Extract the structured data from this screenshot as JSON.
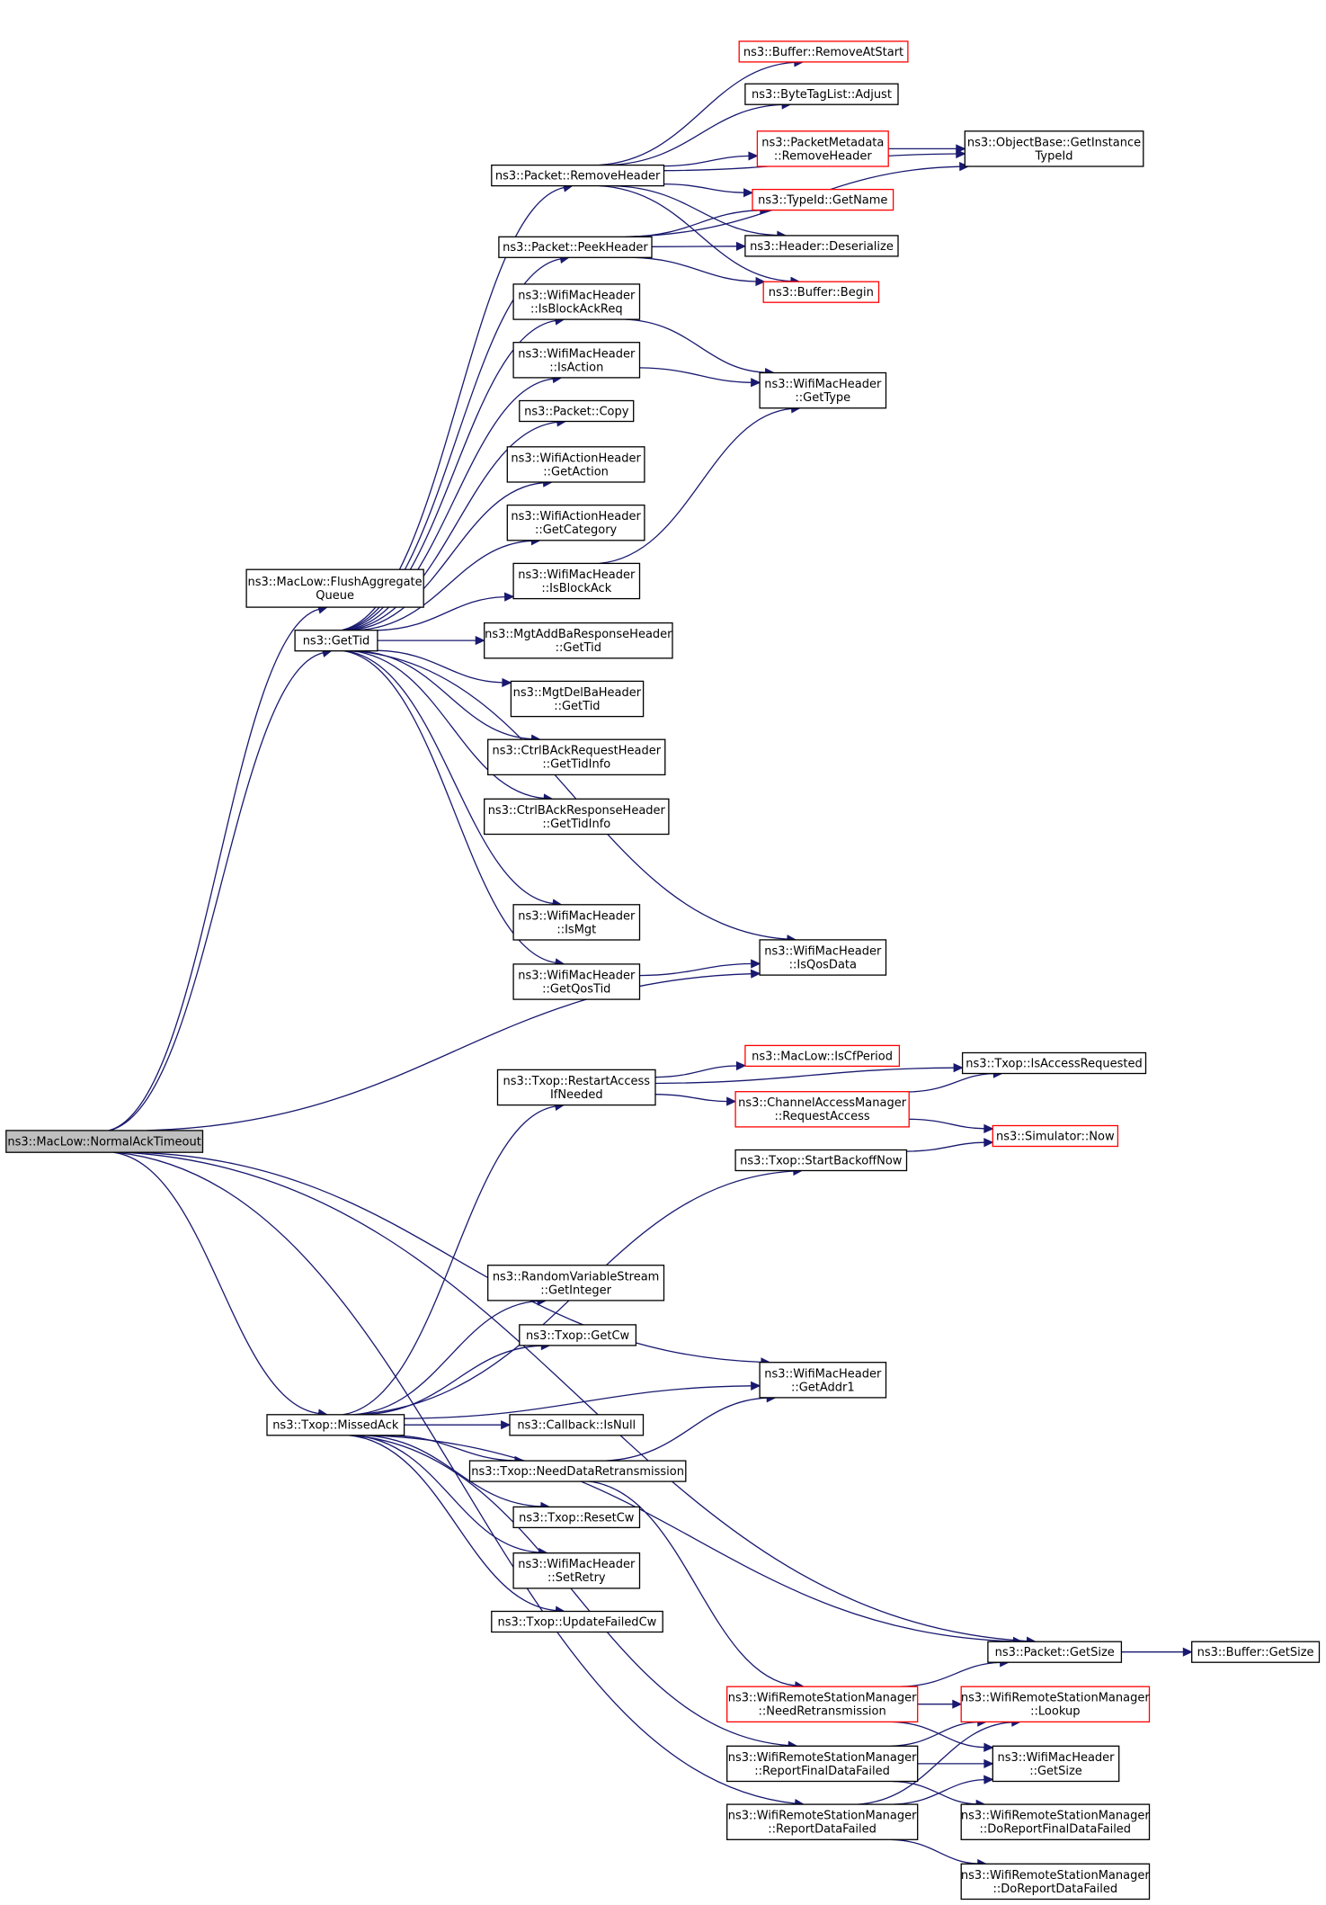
{
  "nodes": {
    "normal_ack_timeout": {
      "lines": [
        "ns3::MacLow::NormalAckTimeout"
      ]
    },
    "flush_aggregate_queue": {
      "lines": [
        "ns3::MacLow::FlushAggregate",
        "Queue"
      ]
    },
    "get_tid": {
      "lines": [
        "ns3::GetTid"
      ]
    },
    "packet_remove_header": {
      "lines": [
        "ns3::Packet::RemoveHeader"
      ]
    },
    "packet_peek_header": {
      "lines": [
        "ns3::Packet::PeekHeader"
      ]
    },
    "is_block_ack_req": {
      "lines": [
        "ns3::WifiMacHeader",
        "::IsBlockAckReq"
      ]
    },
    "is_action": {
      "lines": [
        "ns3::WifiMacHeader",
        "::IsAction"
      ]
    },
    "packet_copy": {
      "lines": [
        "ns3::Packet::Copy"
      ]
    },
    "action_get_action": {
      "lines": [
        "ns3::WifiActionHeader",
        "::GetAction"
      ]
    },
    "action_get_category": {
      "lines": [
        "ns3::WifiActionHeader",
        "::GetCategory"
      ]
    },
    "is_block_ack": {
      "lines": [
        "ns3::WifiMacHeader",
        "::IsBlockAck"
      ]
    },
    "addba_get_tid": {
      "lines": [
        "ns3::MgtAddBaResponseHeader",
        "::GetTid"
      ]
    },
    "delba_get_tid": {
      "lines": [
        "ns3::MgtDelBaHeader",
        "::GetTid"
      ]
    },
    "bar_get_tid_info": {
      "lines": [
        "ns3::CtrlBAckRequestHeader",
        "::GetTidInfo"
      ]
    },
    "ba_get_tid_info": {
      "lines": [
        "ns3::CtrlBAckResponseHeader",
        "::GetTidInfo"
      ]
    },
    "is_mgt": {
      "lines": [
        "ns3::WifiMacHeader",
        "::IsMgt"
      ]
    },
    "get_qos_tid": {
      "lines": [
        "ns3::WifiMacHeader",
        "::GetQosTid"
      ]
    },
    "buffer_remove_at_start": {
      "lines": [
        "ns3::Buffer::RemoveAtStart"
      ]
    },
    "byte_tag_list_adjust": {
      "lines": [
        "ns3::ByteTagList::Adjust"
      ]
    },
    "packet_metadata_remove_header": {
      "lines": [
        "ns3::PacketMetadata",
        "::RemoveHeader"
      ]
    },
    "type_id_get_name": {
      "lines": [
        "ns3::TypeId::GetName"
      ]
    },
    "header_deserialize": {
      "lines": [
        "ns3::Header::Deserialize"
      ]
    },
    "buffer_begin": {
      "lines": [
        "ns3::Buffer::Begin"
      ]
    },
    "mac_get_type": {
      "lines": [
        "ns3::WifiMacHeader",
        "::GetType"
      ]
    },
    "is_qos_data": {
      "lines": [
        "ns3::WifiMacHeader",
        "::IsQosData"
      ]
    },
    "object_base_get_instance_type_id": {
      "lines": [
        "ns3::ObjectBase::GetInstance",
        "TypeId"
      ]
    },
    "restart_access_if_needed": {
      "lines": [
        "ns3::Txop::RestartAccess",
        "IfNeeded"
      ]
    },
    "mac_low_is_cf_period": {
      "lines": [
        "ns3::MacLow::IsCfPeriod"
      ]
    },
    "channel_access_request_access": {
      "lines": [
        "ns3::ChannelAccessManager",
        "::RequestAccess"
      ]
    },
    "txop_is_access_requested": {
      "lines": [
        "ns3::Txop::IsAccessRequested"
      ]
    },
    "simulator_now": {
      "lines": [
        "ns3::Simulator::Now"
      ]
    },
    "txop_start_backoff_now": {
      "lines": [
        "ns3::Txop::StartBackoffNow"
      ]
    },
    "txop_missed_ack": {
      "lines": [
        "ns3::Txop::MissedAck"
      ]
    },
    "random_get_integer": {
      "lines": [
        "ns3::RandomVariableStream",
        "::GetInteger"
      ]
    },
    "txop_get_cw": {
      "lines": [
        "ns3::Txop::GetCw"
      ]
    },
    "get_addr1": {
      "lines": [
        "ns3::WifiMacHeader",
        "::GetAddr1"
      ]
    },
    "callback_is_null": {
      "lines": [
        "ns3::Callback::IsNull"
      ]
    },
    "need_data_retransmission": {
      "lines": [
        "ns3::Txop::NeedDataRetransmission"
      ]
    },
    "txop_reset_cw": {
      "lines": [
        "ns3::Txop::ResetCw"
      ]
    },
    "set_retry": {
      "lines": [
        "ns3::WifiMacHeader",
        "::SetRetry"
      ]
    },
    "update_failed_cw": {
      "lines": [
        "ns3::Txop::UpdateFailedCw"
      ]
    },
    "packet_get_size": {
      "lines": [
        "ns3::Packet::GetSize"
      ]
    },
    "buffer_get_size": {
      "lines": [
        "ns3::Buffer::GetSize"
      ]
    },
    "need_retransmission": {
      "lines": [
        "ns3::WifiRemoteStationManager",
        "::NeedRetransmission"
      ]
    },
    "report_final_data_failed": {
      "lines": [
        "ns3::WifiRemoteStationManager",
        "::ReportFinalDataFailed"
      ]
    },
    "report_data_failed": {
      "lines": [
        "ns3::WifiRemoteStationManager",
        "::ReportDataFailed"
      ]
    },
    "station_lookup": {
      "lines": [
        "ns3::WifiRemoteStationManager",
        "::Lookup"
      ]
    },
    "mac_get_size": {
      "lines": [
        "ns3::WifiMacHeader",
        "::GetSize"
      ]
    },
    "do_report_final_data_failed": {
      "lines": [
        "ns3::WifiRemoteStationManager",
        "::DoReportFinalDataFailed"
      ]
    },
    "do_report_data_failed": {
      "lines": [
        "ns3::WifiRemoteStationManager",
        "::DoReportDataFailed"
      ]
    }
  },
  "edges": [
    [
      "normal_ack_timeout",
      "flush_aggregate_queue"
    ],
    [
      "normal_ack_timeout",
      "get_tid"
    ],
    [
      "normal_ack_timeout",
      "is_qos_data"
    ],
    [
      "normal_ack_timeout",
      "txop_missed_ack"
    ],
    [
      "normal_ack_timeout",
      "get_addr1"
    ],
    [
      "normal_ack_timeout",
      "packet_get_size"
    ],
    [
      "normal_ack_timeout",
      "report_data_failed"
    ],
    [
      "get_tid",
      "packet_remove_header"
    ],
    [
      "get_tid",
      "packet_peek_header"
    ],
    [
      "get_tid",
      "is_block_ack_req"
    ],
    [
      "get_tid",
      "is_action"
    ],
    [
      "get_tid",
      "packet_copy"
    ],
    [
      "get_tid",
      "action_get_action"
    ],
    [
      "get_tid",
      "action_get_category"
    ],
    [
      "get_tid",
      "is_block_ack"
    ],
    [
      "get_tid",
      "addba_get_tid"
    ],
    [
      "get_tid",
      "delba_get_tid"
    ],
    [
      "get_tid",
      "bar_get_tid_info"
    ],
    [
      "get_tid",
      "ba_get_tid_info"
    ],
    [
      "get_tid",
      "is_qos_data"
    ],
    [
      "get_tid",
      "is_mgt"
    ],
    [
      "get_tid",
      "get_qos_tid"
    ],
    [
      "packet_remove_header",
      "buffer_remove_at_start"
    ],
    [
      "packet_remove_header",
      "byte_tag_list_adjust"
    ],
    [
      "packet_remove_header",
      "packet_metadata_remove_header"
    ],
    [
      "packet_remove_header",
      "type_id_get_name"
    ],
    [
      "packet_remove_header",
      "header_deserialize"
    ],
    [
      "packet_remove_header",
      "buffer_begin"
    ],
    [
      "packet_remove_header",
      "object_base_get_instance_type_id"
    ],
    [
      "packet_metadata_remove_header",
      "object_base_get_instance_type_id"
    ],
    [
      "packet_peek_header",
      "type_id_get_name"
    ],
    [
      "packet_peek_header",
      "header_deserialize"
    ],
    [
      "packet_peek_header",
      "buffer_begin"
    ],
    [
      "packet_peek_header",
      "object_base_get_instance_type_id"
    ],
    [
      "is_block_ack_req",
      "mac_get_type"
    ],
    [
      "is_action",
      "mac_get_type"
    ],
    [
      "is_block_ack",
      "mac_get_type"
    ],
    [
      "get_qos_tid",
      "is_qos_data"
    ],
    [
      "restart_access_if_needed",
      "mac_low_is_cf_period"
    ],
    [
      "restart_access_if_needed",
      "channel_access_request_access"
    ],
    [
      "restart_access_if_needed",
      "txop_is_access_requested"
    ],
    [
      "channel_access_request_access",
      "txop_is_access_requested"
    ],
    [
      "channel_access_request_access",
      "simulator_now"
    ],
    [
      "txop_start_backoff_now",
      "simulator_now"
    ],
    [
      "txop_missed_ack",
      "restart_access_if_needed"
    ],
    [
      "txop_missed_ack",
      "txop_start_backoff_now"
    ],
    [
      "txop_missed_ack",
      "random_get_integer"
    ],
    [
      "txop_missed_ack",
      "txop_get_cw"
    ],
    [
      "txop_missed_ack",
      "get_addr1"
    ],
    [
      "txop_missed_ack",
      "callback_is_null"
    ],
    [
      "txop_missed_ack",
      "need_data_retransmission"
    ],
    [
      "txop_missed_ack",
      "txop_reset_cw"
    ],
    [
      "txop_missed_ack",
      "set_retry"
    ],
    [
      "txop_missed_ack",
      "update_failed_cw"
    ],
    [
      "txop_missed_ack",
      "packet_get_size"
    ],
    [
      "txop_missed_ack",
      "report_final_data_failed"
    ],
    [
      "need_data_retransmission",
      "get_addr1"
    ],
    [
      "need_data_retransmission",
      "need_retransmission"
    ],
    [
      "packet_get_size",
      "buffer_get_size"
    ],
    [
      "need_retransmission",
      "packet_get_size"
    ],
    [
      "need_retransmission",
      "station_lookup"
    ],
    [
      "need_retransmission",
      "mac_get_size"
    ],
    [
      "report_final_data_failed",
      "station_lookup"
    ],
    [
      "report_final_data_failed",
      "mac_get_size"
    ],
    [
      "report_final_data_failed",
      "do_report_final_data_failed"
    ],
    [
      "report_data_failed",
      "station_lookup"
    ],
    [
      "report_data_failed",
      "mac_get_size"
    ],
    [
      "report_data_failed",
      "do_report_data_failed"
    ]
  ],
  "colors": {
    "edge": "#191970",
    "node_border": "#000000",
    "node_border_incomplete": "#ff0000",
    "root_fill": "#bfbfbf",
    "node_fill": "#ffffff"
  }
}
